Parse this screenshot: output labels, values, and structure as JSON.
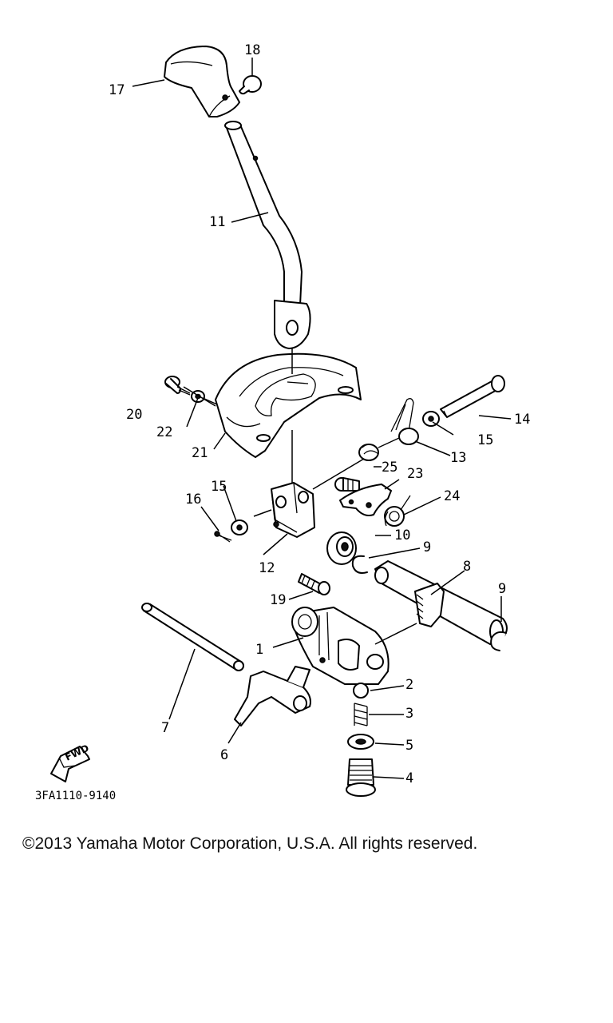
{
  "diagram": {
    "part_labels": [
      "1",
      "2",
      "3",
      "4",
      "5",
      "6",
      "7",
      "8",
      "9",
      "9",
      "10",
      "11",
      "12",
      "13",
      "14",
      "15",
      "15",
      "16",
      "17",
      "18",
      "19",
      "20",
      "21",
      "22",
      "23",
      "24",
      "25"
    ],
    "fwd_label": "FWD",
    "drawing_code": "3FA1110-9140"
  },
  "footer": {
    "copyright": "©2013 Yamaha Motor Corporation, U.S.A. All rights reserved."
  }
}
